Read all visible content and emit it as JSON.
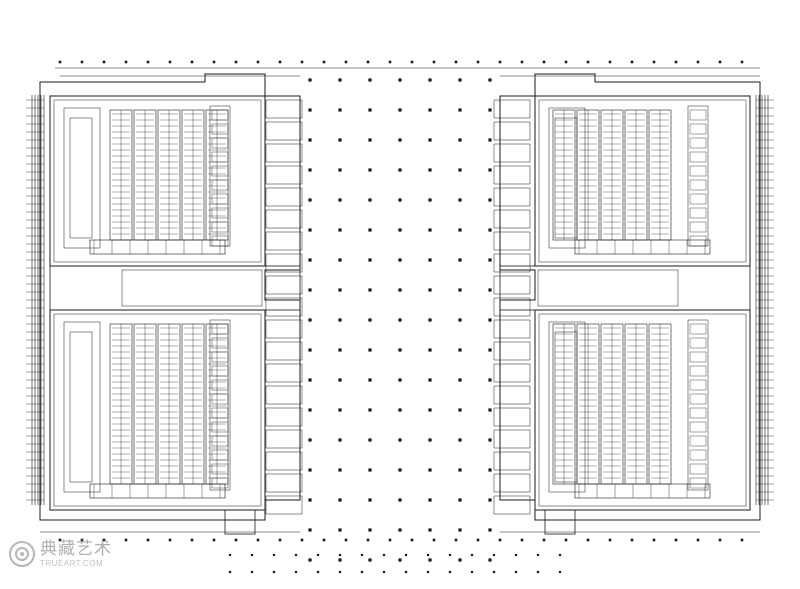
{
  "drawing": {
    "kind": "architectural floor plan",
    "symmetry": "mirrored left/right wings with central open corridor",
    "line_color": "#1a1a1a",
    "accent_color": "#333333",
    "background": "#ffffff"
  },
  "watermark": {
    "title_cn": "典藏艺术",
    "site": "TRUEART.COM",
    "logo_icon": "trueart-logo-icon",
    "color": "#7a7a7a"
  }
}
